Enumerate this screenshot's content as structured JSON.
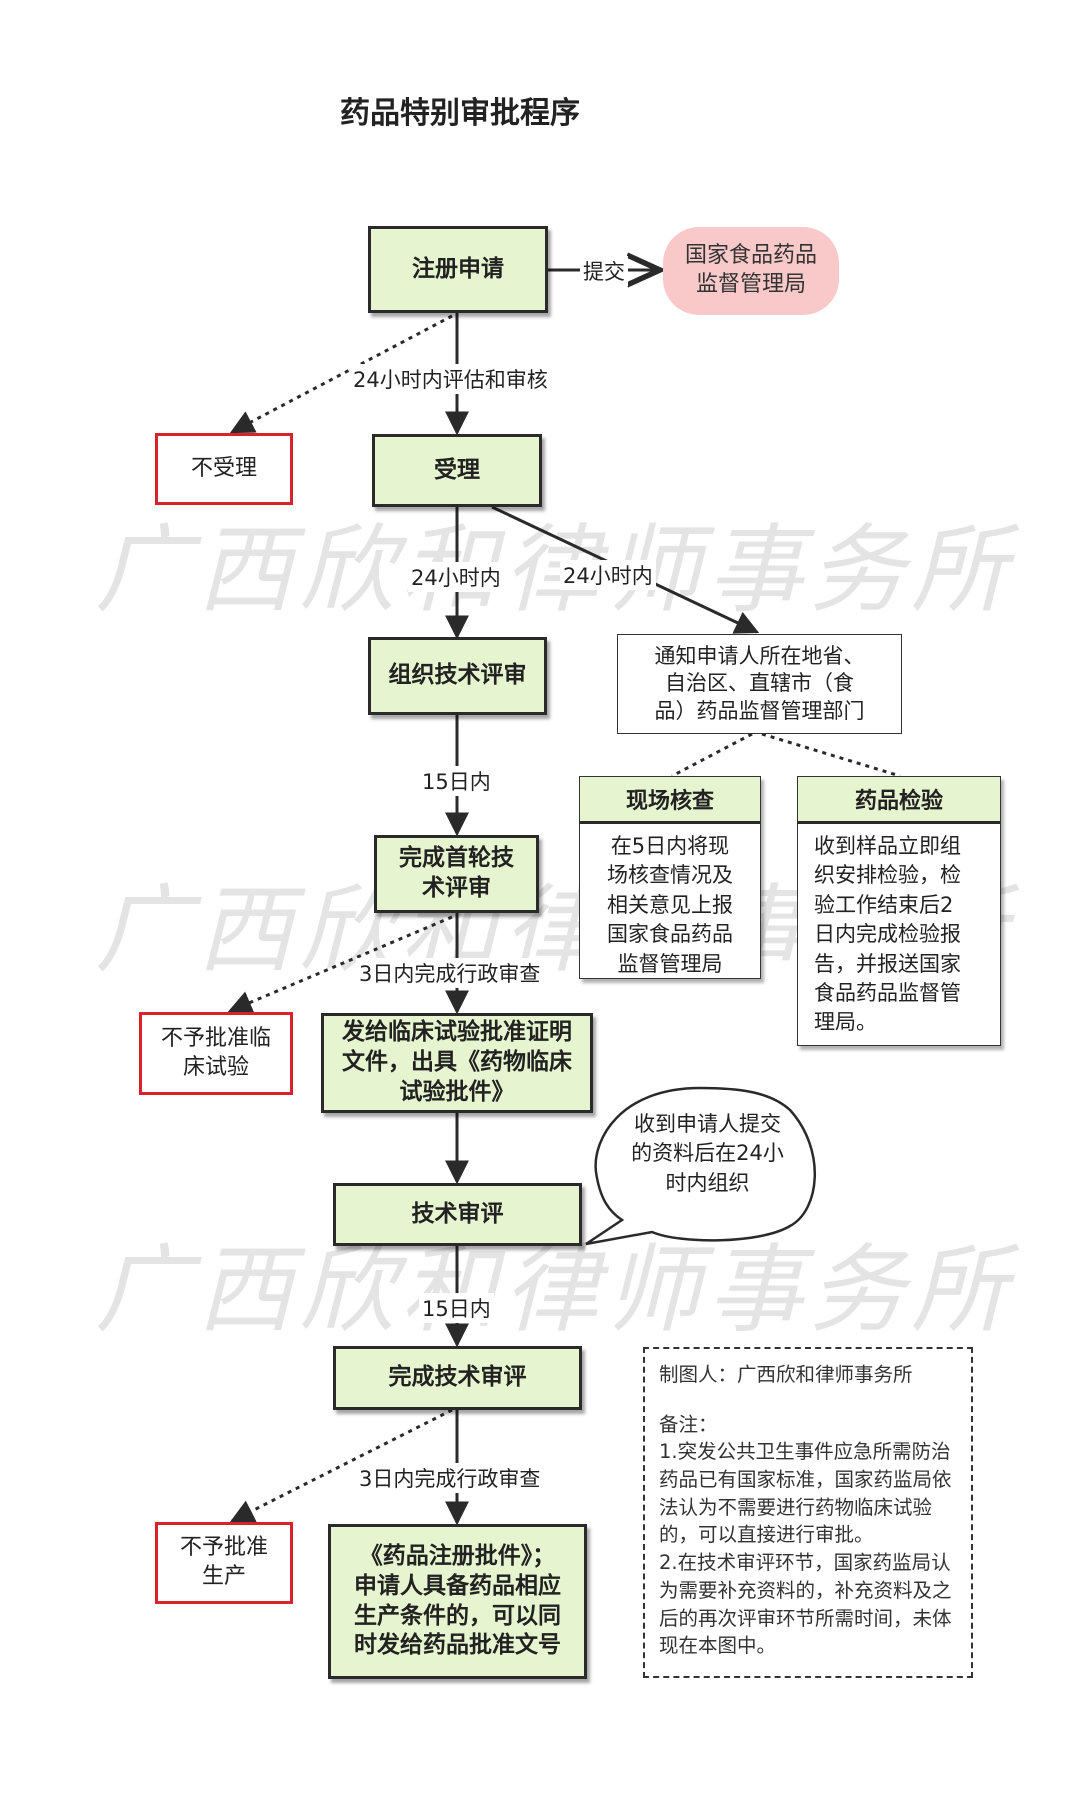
{
  "title": "药品特别审批程序",
  "watermark": "广西欣和律师事务所",
  "colors": {
    "green_fill": "#e6f5cf",
    "reject_border": "#d8232a",
    "agency_fill": "#f8c9c8"
  },
  "nodes": {
    "register": "注册申请",
    "agency": "国家食品药品\n监督管理局",
    "accept": "受理",
    "no_accept": "不受理",
    "tech_review_org": "组织技术评审",
    "notify": "通知申请人所在地省、\n自治区、直辖市（食\n品）药品监督管理部门",
    "first_review": "完成首轮技\n术评审",
    "no_clinical": "不予批准临\n床试验",
    "clinical_doc": "发给临床试验批准证明\n文件，出具《药物临床\n试验批件》",
    "tech_review": "技术审评",
    "tech_done": "完成技术审评",
    "no_production": "不予批准\n生产",
    "approval": "《药品注册批件》；\n申请人具备药品相应\n生产条件的，可以同\n时发给药品批准文号"
  },
  "onsite": {
    "header": "现场核查",
    "body": "在5日内将现\n场核查情况及\n相关意见上报\n国家食品药品\n监督管理局"
  },
  "inspection": {
    "header": "药品检验",
    "body": "收到样品立即组\n织安排检验，检\n验工作结束后2\n日内完成检验报\n告，并报送国家\n食品药品监督管\n理局。"
  },
  "bubble": "收到申请人提交\n的资料后在24小\n时内组织",
  "edge_labels": {
    "submit": "提交",
    "eval24": "24小时内评估和审核",
    "within24_a": "24小时内",
    "within24_b": "24小时内",
    "within15_a": "15日内",
    "admin3_a": "3日内完成行政审查",
    "within15_b": "15日内",
    "admin3_b": "3日内完成行政审查"
  },
  "note": {
    "author": "制图人：广西欣和律师事务所",
    "remark_title": "备注：",
    "remark_1": "1.突发公共卫生事件应急所需防治药品已有国家标准，国家药监局依法认为不需要进行药物临床试验的，可以直接进行审批。",
    "remark_2": "2.在技术审评环节，国家药监局认为需要补充资料的，补充资料及之后的再次评审环节所需时间，未体现在本图中。"
  }
}
